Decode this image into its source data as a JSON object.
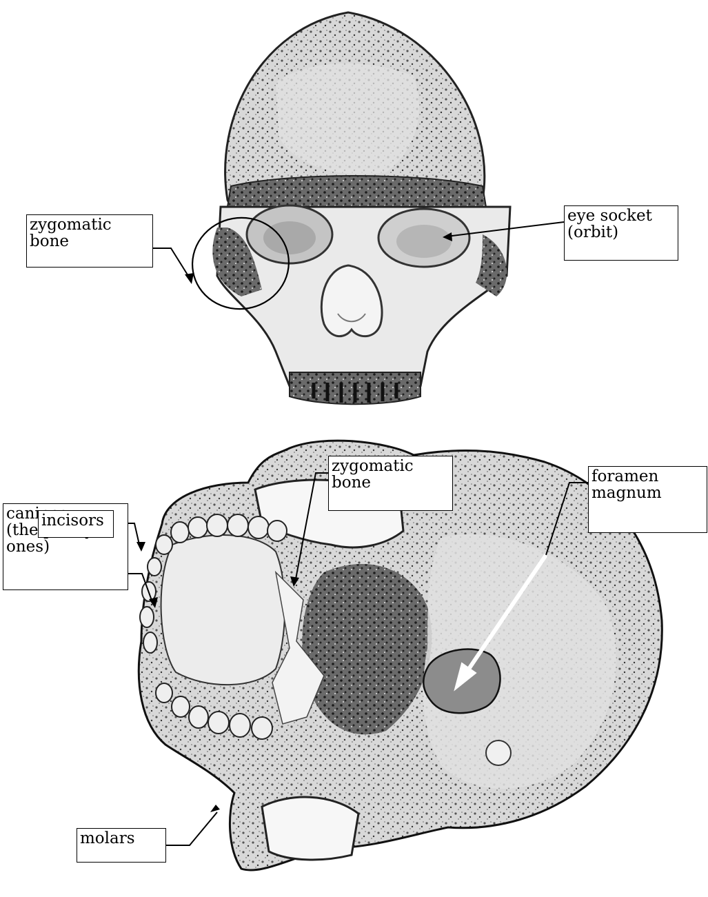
{
  "labels": {
    "zygomatic_front": [
      "zygomatic",
      "bone"
    ],
    "eye_socket": [
      "eye socket",
      "(orbit)"
    ],
    "zygomatic_bottom": [
      "zygomatic",
      "bone"
    ],
    "foramen_magnum": [
      "foramen",
      "magnum"
    ],
    "canines": [
      "canines",
      "(the pointy",
      "ones)"
    ],
    "incisors": [
      "incisors"
    ],
    "molars": [
      "molars"
    ]
  },
  "colors": {
    "line": "#000000",
    "bone_light": "#e9e9e9",
    "bone_mid": "#b9b9b9",
    "bone_dark": "#3a3a3a",
    "foramen_fill": "#8c8c8c"
  }
}
